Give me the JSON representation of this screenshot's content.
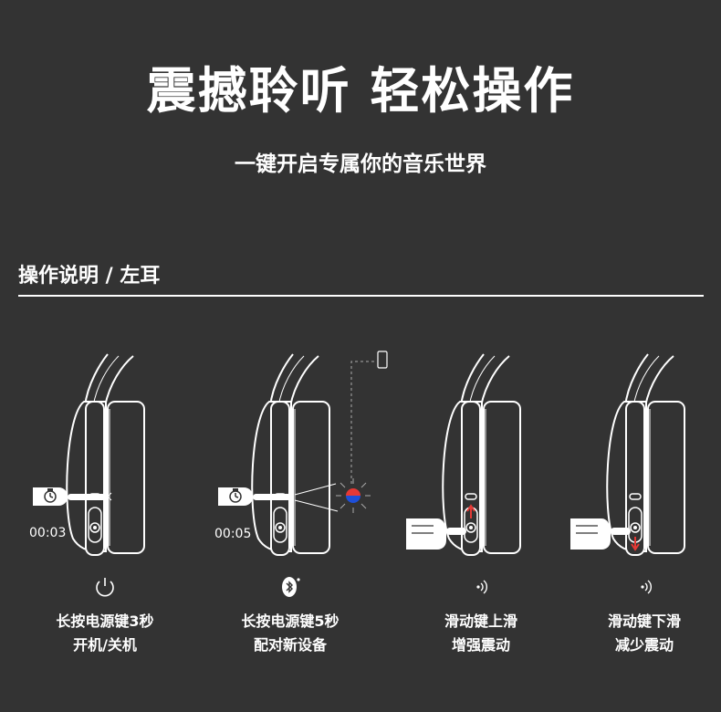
{
  "hero": {
    "title": "震撼聆听 轻松操作",
    "subtitle": "一键开启专属你的音乐世界"
  },
  "section": {
    "title": "操作说明 / 左耳"
  },
  "steps": [
    {
      "timer": "00:03",
      "icon": "power-icon",
      "line1": "长按电源键3秒",
      "line2": "开机/关机"
    },
    {
      "timer": "00:05",
      "icon": "bluetooth-icon",
      "line1": "长按电源键5秒",
      "line2": "配对新设备"
    },
    {
      "icon": "vibration-icon",
      "line1": "滑动键上滑",
      "line2": "增强震动"
    },
    {
      "icon": "vibration-icon",
      "line1": "滑动键下滑",
      "line2": "减少震动"
    }
  ],
  "colors": {
    "background": "#333333",
    "foreground": "#ffffff",
    "arrow": "#e53935",
    "led_red": "#e53935",
    "led_blue": "#1e4fd8"
  }
}
